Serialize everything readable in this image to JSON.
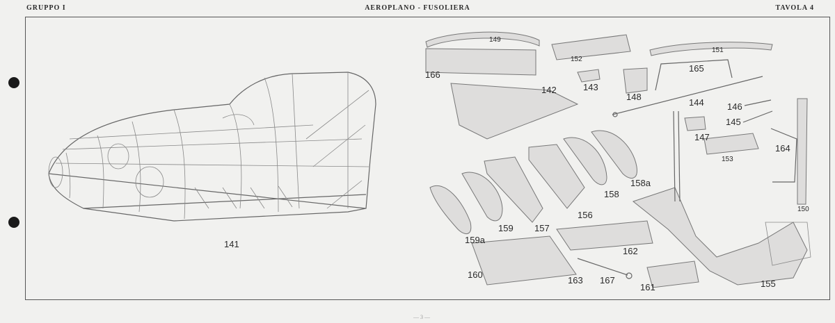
{
  "header": {
    "left": "GRUPPO I",
    "center": "AEROPLANO - FUSOLIERA",
    "right": "TAVOLA 4"
  },
  "figure": {
    "main_part_label": "141",
    "part_labels": {
      "p149": "149",
      "p152": "152",
      "p151": "151",
      "p166": "166",
      "p143": "143",
      "p148": "148",
      "p165": "165",
      "p142": "142",
      "p144": "144",
      "p146": "146",
      "p145": "145",
      "p147": "147",
      "p153": "153",
      "p164": "164",
      "p150": "150",
      "p158a": "158a",
      "p158": "158",
      "p156": "156",
      "p157": "157",
      "p159": "159",
      "p159a": "159a",
      "p162": "162",
      "p160": "160",
      "p163": "163",
      "p167": "167",
      "p161": "161",
      "p155": "155"
    }
  },
  "footer": {
    "page_mark": "— 3 —"
  }
}
